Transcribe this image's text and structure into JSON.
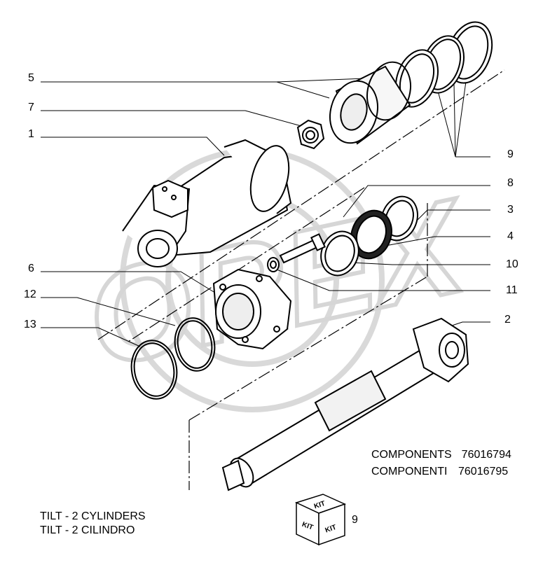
{
  "callouts": {
    "c5": "5",
    "c7": "7",
    "c1": "1",
    "c6": "6",
    "c12": "12",
    "c13": "13",
    "c9": "9",
    "c8": "8",
    "c3": "3",
    "c4": "4",
    "c10": "10",
    "c11": "11",
    "c2": "2"
  },
  "components": [
    {
      "label": "COMPONENTS",
      "code": "76016794"
    },
    {
      "label": "COMPONENTI",
      "code": "76016795"
    }
  ],
  "title_lines": [
    "TILT - 2 CYLINDERS",
    "TILT - 2 CILINDRO"
  ],
  "kit": {
    "face_text": "KIT",
    "number": "9"
  },
  "watermark": {
    "text": "OREX",
    "color": "#dcdcdc"
  }
}
